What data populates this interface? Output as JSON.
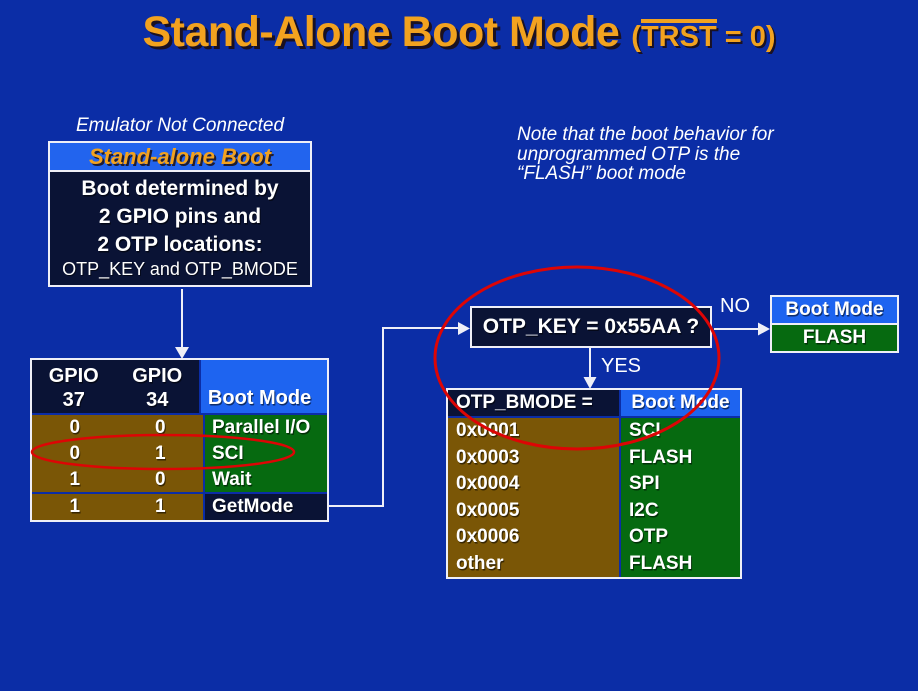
{
  "slide": {
    "title": "Stand-Alone Boot Mode",
    "title_paren_open": "(",
    "title_trst": "TRST",
    "title_paren_close": " = 0)"
  },
  "emulator_label": "Emulator Not Connected",
  "standalone_box": {
    "header": "Stand-alone Boot",
    "lines": [
      "Boot determined by",
      "2 GPIO pins and",
      "2 OTP locations:"
    ],
    "subline": "OTP_KEY and OTP_BMODE"
  },
  "note": {
    "lines": [
      "Note that the boot behavior for",
      "unprogrammed OTP is the",
      "“FLASH” boot mode"
    ]
  },
  "gpio_table": {
    "col1_header": {
      "line1": "GPIO",
      "line2": "37"
    },
    "col2_header": {
      "line1": "GPIO",
      "line2": "34"
    },
    "col3_header": "Boot Mode",
    "rows": [
      {
        "gpio37": "0",
        "gpio34": "0",
        "mode": "Parallel I/O"
      },
      {
        "gpio37": "0",
        "gpio34": "1",
        "mode": "SCI"
      },
      {
        "gpio37": "1",
        "gpio34": "0",
        "mode": "Wait"
      },
      {
        "gpio37": "1",
        "gpio34": "1",
        "mode": "GetMode"
      }
    ],
    "circled_row": "0 1 SCI"
  },
  "decision": {
    "label": "OTP_KEY = 0x55AA ?",
    "no_label": "NO",
    "yes_label": "YES"
  },
  "flash_box": {
    "header": "Boot Mode",
    "value": "FLASH"
  },
  "bmode_table": {
    "header_left": "OTP_BMODE =",
    "header_right": "Boot Mode",
    "rows": [
      {
        "bmode": "0x0001",
        "mode": "SCI"
      },
      {
        "bmode": "0x0003",
        "mode": "FLASH"
      },
      {
        "bmode": "0x0004",
        "mode": "SPI"
      },
      {
        "bmode": "0x0005",
        "mode": "I2C"
      },
      {
        "bmode": "0x0006",
        "mode": "OTP"
      },
      {
        "bmode": "other",
        "mode": "FLASH"
      }
    ]
  },
  "colors": {
    "background": "#0B2DA6",
    "title_orange": "#F2A21F",
    "cell_navy": "#0A1335",
    "cell_bright_blue": "#1E64F0",
    "cell_brown": "#7A5606",
    "cell_green": "#066A10",
    "annotation_red": "#DD0505",
    "connector_line": "#EFEFF7"
  }
}
